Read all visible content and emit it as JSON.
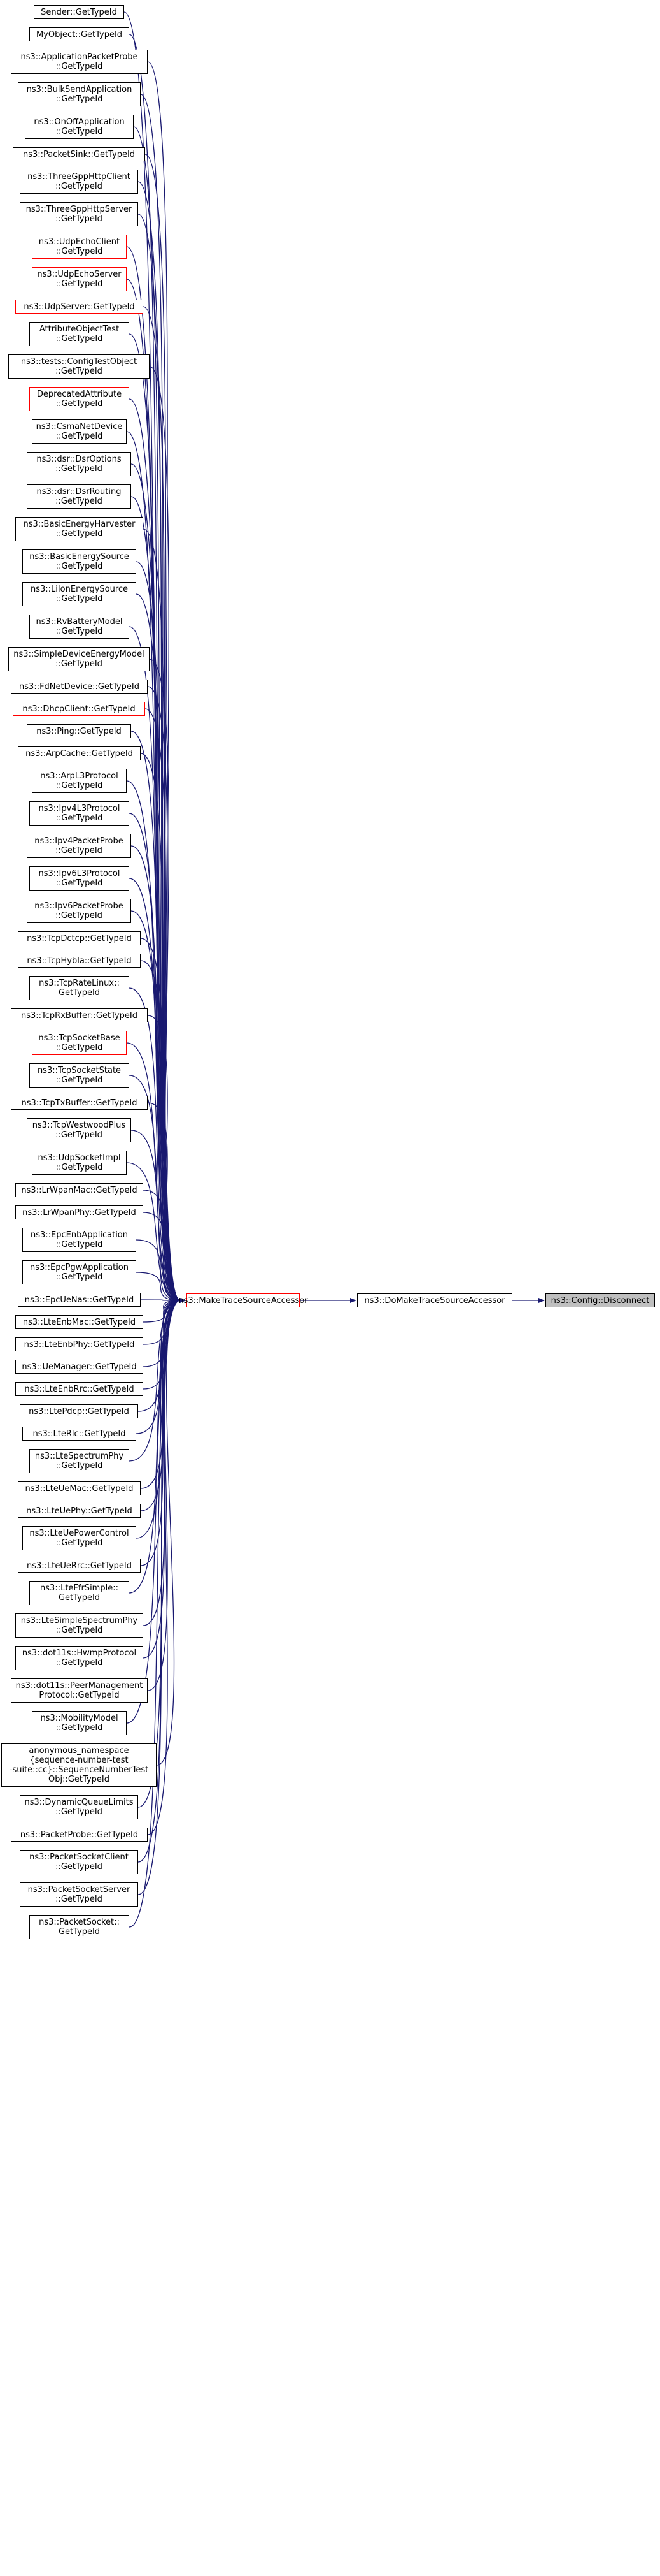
{
  "colors": {
    "edge": "#191970",
    "border": "#000000",
    "highlight_border": "#ff0000",
    "root_fill": "#bfbfbf"
  },
  "root": {
    "lines": [
      "ns3::Config::Disconnect"
    ]
  },
  "middle": {
    "lines": [
      "ns3::DoMakeTraceSourceAccessor"
    ]
  },
  "hub": {
    "lines": [
      "ns3::MakeTraceSourceAccessor"
    ]
  },
  "callers": [
    {
      "lines": [
        "Sender::GetTypeId"
      ],
      "red": false
    },
    {
      "lines": [
        "MyObject::GetTypeId"
      ],
      "red": false
    },
    {
      "lines": [
        "ns3::ApplicationPacketProbe",
        "::GetTypeId"
      ],
      "red": false
    },
    {
      "lines": [
        "ns3::BulkSendApplication",
        "::GetTypeId"
      ],
      "red": false
    },
    {
      "lines": [
        "ns3::OnOffApplication",
        "::GetTypeId"
      ],
      "red": false
    },
    {
      "lines": [
        "ns3::PacketSink::GetTypeId"
      ],
      "red": false
    },
    {
      "lines": [
        "ns3::ThreeGppHttpClient",
        "::GetTypeId"
      ],
      "red": false
    },
    {
      "lines": [
        "ns3::ThreeGppHttpServer",
        "::GetTypeId"
      ],
      "red": false
    },
    {
      "lines": [
        "ns3::UdpEchoClient",
        "::GetTypeId"
      ],
      "red": true
    },
    {
      "lines": [
        "ns3::UdpEchoServer",
        "::GetTypeId"
      ],
      "red": true
    },
    {
      "lines": [
        "ns3::UdpServer::GetTypeId"
      ],
      "red": true
    },
    {
      "lines": [
        "AttributeObjectTest",
        "::GetTypeId"
      ],
      "red": false
    },
    {
      "lines": [
        "ns3::tests::ConfigTestObject",
        "::GetTypeId"
      ],
      "red": false
    },
    {
      "lines": [
        "DeprecatedAttribute",
        "::GetTypeId"
      ],
      "red": true
    },
    {
      "lines": [
        "ns3::CsmaNetDevice",
        "::GetTypeId"
      ],
      "red": false
    },
    {
      "lines": [
        "ns3::dsr::DsrOptions",
        "::GetTypeId"
      ],
      "red": false
    },
    {
      "lines": [
        "ns3::dsr::DsrRouting",
        "::GetTypeId"
      ],
      "red": false
    },
    {
      "lines": [
        "ns3::BasicEnergyHarvester",
        "::GetTypeId"
      ],
      "red": false
    },
    {
      "lines": [
        "ns3::BasicEnergySource",
        "::GetTypeId"
      ],
      "red": false
    },
    {
      "lines": [
        "ns3::LiIonEnergySource",
        "::GetTypeId"
      ],
      "red": false
    },
    {
      "lines": [
        "ns3::RvBatteryModel",
        "::GetTypeId"
      ],
      "red": false
    },
    {
      "lines": [
        "ns3::SimpleDeviceEnergyModel",
        "::GetTypeId"
      ],
      "red": false
    },
    {
      "lines": [
        "ns3::FdNetDevice::GetTypeId"
      ],
      "red": false
    },
    {
      "lines": [
        "ns3::DhcpClient::GetTypeId"
      ],
      "red": true
    },
    {
      "lines": [
        "ns3::Ping::GetTypeId"
      ],
      "red": false
    },
    {
      "lines": [
        "ns3::ArpCache::GetTypeId"
      ],
      "red": false
    },
    {
      "lines": [
        "ns3::ArpL3Protocol",
        "::GetTypeId"
      ],
      "red": false
    },
    {
      "lines": [
        "ns3::Ipv4L3Protocol",
        "::GetTypeId"
      ],
      "red": false
    },
    {
      "lines": [
        "ns3::Ipv4PacketProbe",
        "::GetTypeId"
      ],
      "red": false
    },
    {
      "lines": [
        "ns3::Ipv6L3Protocol",
        "::GetTypeId"
      ],
      "red": false
    },
    {
      "lines": [
        "ns3::Ipv6PacketProbe",
        "::GetTypeId"
      ],
      "red": false
    },
    {
      "lines": [
        "ns3::TcpDctcp::GetTypeId"
      ],
      "red": false
    },
    {
      "lines": [
        "ns3::TcpHybla::GetTypeId"
      ],
      "red": false
    },
    {
      "lines": [
        "ns3::TcpRateLinux::",
        "GetTypeId"
      ],
      "red": false
    },
    {
      "lines": [
        "ns3::TcpRxBuffer::GetTypeId"
      ],
      "red": false
    },
    {
      "lines": [
        "ns3::TcpSocketBase",
        "::GetTypeId"
      ],
      "red": true
    },
    {
      "lines": [
        "ns3::TcpSocketState",
        "::GetTypeId"
      ],
      "red": false
    },
    {
      "lines": [
        "ns3::TcpTxBuffer::GetTypeId"
      ],
      "red": false
    },
    {
      "lines": [
        "ns3::TcpWestwoodPlus",
        "::GetTypeId"
      ],
      "red": false
    },
    {
      "lines": [
        "ns3::UdpSocketImpl",
        "::GetTypeId"
      ],
      "red": false
    },
    {
      "lines": [
        "ns3::LrWpanMac::GetTypeId"
      ],
      "red": false
    },
    {
      "lines": [
        "ns3::LrWpanPhy::GetTypeId"
      ],
      "red": false
    },
    {
      "lines": [
        "ns3::EpcEnbApplication",
        "::GetTypeId"
      ],
      "red": false
    },
    {
      "lines": [
        "ns3::EpcPgwApplication",
        "::GetTypeId"
      ],
      "red": false
    },
    {
      "lines": [
        "ns3::EpcUeNas::GetTypeId"
      ],
      "red": false
    },
    {
      "lines": [
        "ns3::LteEnbMac::GetTypeId"
      ],
      "red": false
    },
    {
      "lines": [
        "ns3::LteEnbPhy::GetTypeId"
      ],
      "red": false
    },
    {
      "lines": [
        "ns3::UeManager::GetTypeId"
      ],
      "red": false
    },
    {
      "lines": [
        "ns3::LteEnbRrc::GetTypeId"
      ],
      "red": false
    },
    {
      "lines": [
        "ns3::LtePdcp::GetTypeId"
      ],
      "red": false
    },
    {
      "lines": [
        "ns3::LteRlc::GetTypeId"
      ],
      "red": false
    },
    {
      "lines": [
        "ns3::LteSpectrumPhy",
        "::GetTypeId"
      ],
      "red": false
    },
    {
      "lines": [
        "ns3::LteUeMac::GetTypeId"
      ],
      "red": false
    },
    {
      "lines": [
        "ns3::LteUePhy::GetTypeId"
      ],
      "red": false
    },
    {
      "lines": [
        "ns3::LteUePowerControl",
        "::GetTypeId"
      ],
      "red": false
    },
    {
      "lines": [
        "ns3::LteUeRrc::GetTypeId"
      ],
      "red": false
    },
    {
      "lines": [
        "ns3::LteFfrSimple::",
        "GetTypeId"
      ],
      "red": false
    },
    {
      "lines": [
        "ns3::LteSimpleSpectrumPhy",
        "::GetTypeId"
      ],
      "red": false
    },
    {
      "lines": [
        "ns3::dot11s::HwmpProtocol",
        "::GetTypeId"
      ],
      "red": false
    },
    {
      "lines": [
        "ns3::dot11s::PeerManagement",
        "Protocol::GetTypeId"
      ],
      "red": false
    },
    {
      "lines": [
        "ns3::MobilityModel",
        "::GetTypeId"
      ],
      "red": false
    },
    {
      "lines": [
        "anonymous_namespace",
        "{sequence-number-test",
        "-suite::cc}::SequenceNumberTest",
        "Obj::GetTypeId"
      ],
      "red": false
    },
    {
      "lines": [
        "ns3::DynamicQueueLimits",
        "::GetTypeId"
      ],
      "red": false
    },
    {
      "lines": [
        "ns3::PacketProbe::GetTypeId"
      ],
      "red": false
    },
    {
      "lines": [
        "ns3::PacketSocketClient",
        "::GetTypeId"
      ],
      "red": false
    },
    {
      "lines": [
        "ns3::PacketSocketServer",
        "::GetTypeId"
      ],
      "red": false
    },
    {
      "lines": [
        "ns3::PacketSocket::",
        "GetTypeId"
      ],
      "red": false
    }
  ]
}
